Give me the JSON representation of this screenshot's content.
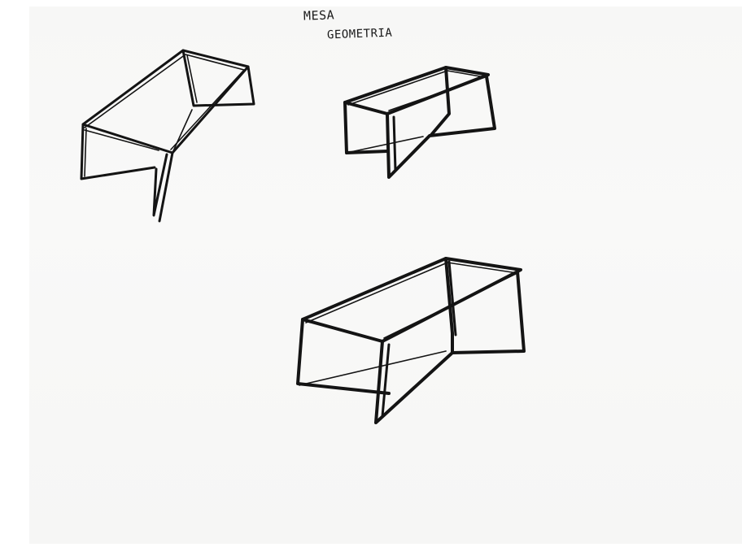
{
  "caption": {
    "line1": "MESA",
    "line2": "GEOMETRIA"
  },
  "sketches": [
    {
      "name": "table-sketch-1"
    },
    {
      "name": "table-sketch-2"
    },
    {
      "name": "table-sketch-3"
    }
  ],
  "colors": {
    "ink": "#141414",
    "paper": "#f8f8f7"
  }
}
